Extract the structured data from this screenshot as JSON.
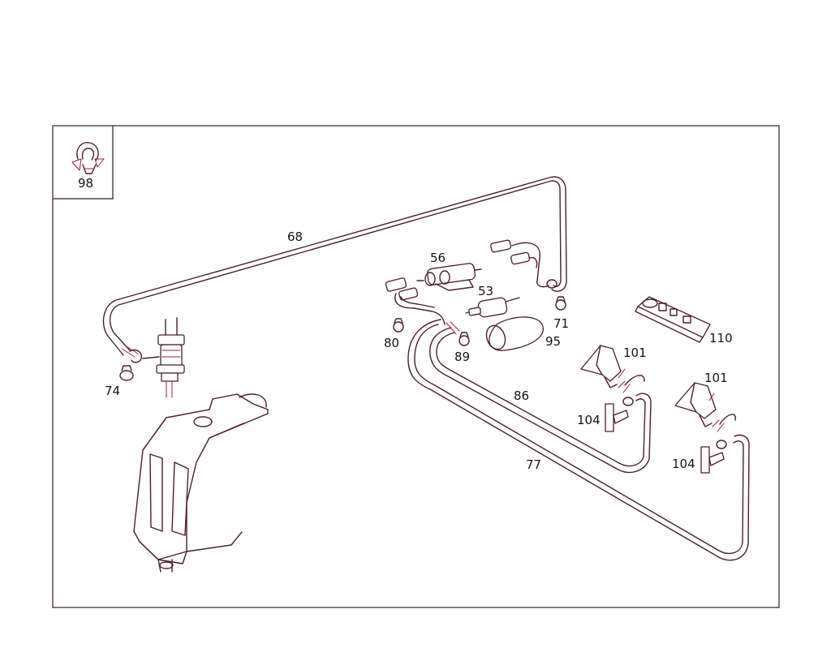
{
  "diagram": {
    "inset_label": "98",
    "callouts": [
      {
        "id": "68",
        "text": "68"
      },
      {
        "id": "56",
        "text": "56"
      },
      {
        "id": "53",
        "text": "53"
      },
      {
        "id": "71",
        "text": "71"
      },
      {
        "id": "80",
        "text": "80"
      },
      {
        "id": "89",
        "text": "89"
      },
      {
        "id": "95",
        "text": "95"
      },
      {
        "id": "110",
        "text": "110"
      },
      {
        "id": "101a",
        "text": "101"
      },
      {
        "id": "101b",
        "text": "101"
      },
      {
        "id": "86",
        "text": "86"
      },
      {
        "id": "104a",
        "text": "104"
      },
      {
        "id": "104b",
        "text": "104"
      },
      {
        "id": "77",
        "text": "77"
      },
      {
        "id": "74",
        "text": "74"
      }
    ],
    "colors": {
      "line": "#4a1f2c",
      "accent_line": "#9c1c3c",
      "text": "#1a1014",
      "background": "#ffffff"
    }
  }
}
